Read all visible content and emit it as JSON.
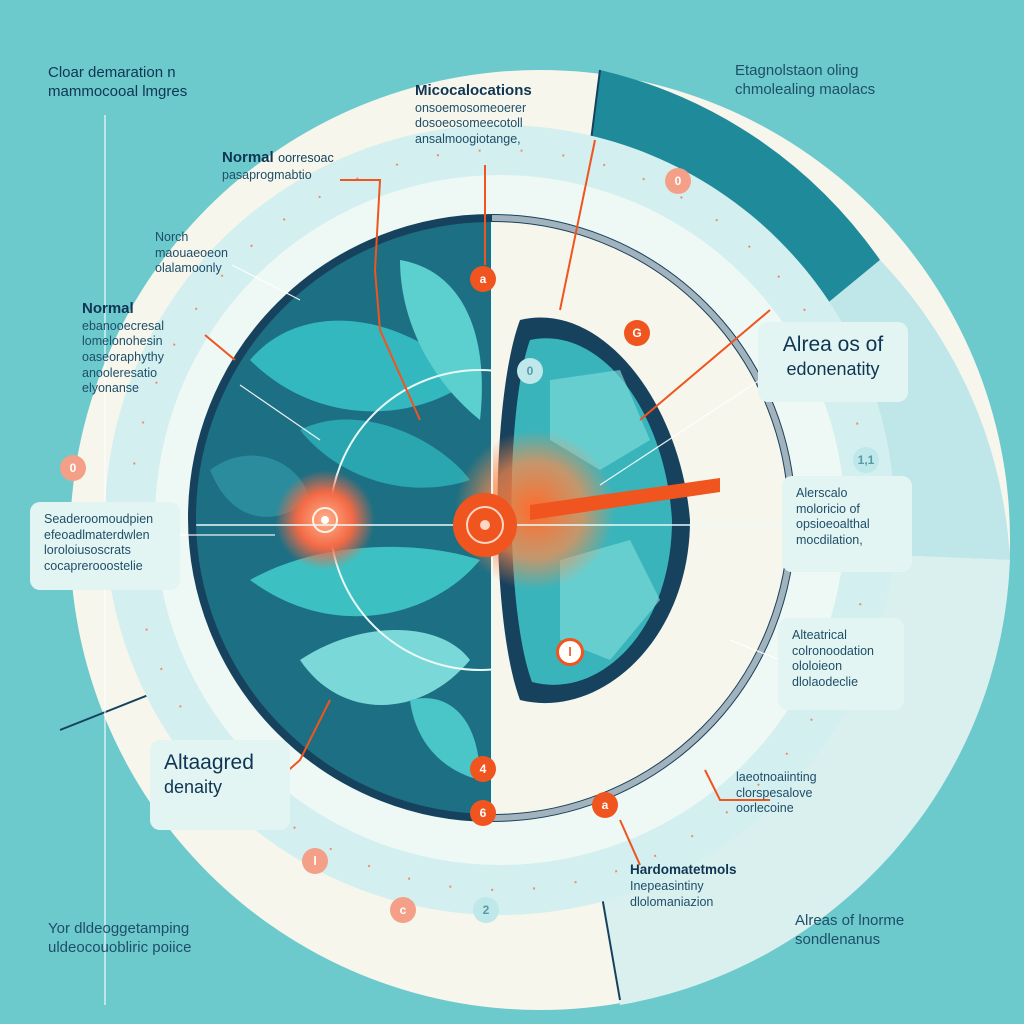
{
  "colors": {
    "background": "#6cc9cc",
    "ring_light": "#f6f6ec",
    "ring_teal": "#d3efef",
    "dark_navy": "#17425e",
    "tissue_teal": "#34b8bf",
    "tissue_light": "#7ad9d8",
    "accent_orange": "#f0541f",
    "soft_coral": "#f4a088"
  },
  "labels": {
    "top_left": {
      "title": "Cloar demaration n",
      "body": "mammocooal lmgres"
    },
    "top_center": {
      "title": "Micocalocations",
      "lines": [
        "onsoemosomeoerer",
        "dosoeosomeecotoll",
        "ansalmoogiotange,"
      ]
    },
    "top_right": {
      "title": "Etagnolstaon oling",
      "body": "chmolealing maolacs"
    },
    "normal_upper": {
      "title": "Normal",
      "body": "oorresoac",
      "line2": "pasaprogmabtio"
    },
    "norch": {
      "lines": [
        "Norch",
        "maouaeoeon",
        "olalamoonly"
      ]
    },
    "normal_left": {
      "title": "Normal",
      "lines": [
        "ebanooecresal",
        "lomelonohesin",
        "oaseoraphythy",
        "anooleresatio",
        "elyonanse"
      ]
    },
    "area_edonenatity": {
      "title": "Alrea os of",
      "body": "edonenatity"
    },
    "right_mid": {
      "lines": [
        "Alerscalo",
        "moloricio of",
        "opsioeoalthal",
        "mocdilation,"
      ]
    },
    "left_mid": {
      "lines": [
        "Seaderoomoudpien",
        "efeoadlmaterdwlen",
        "loroloiusoscrats",
        "cocaprerooostelie"
      ]
    },
    "altaagred": {
      "title": "Altaagred",
      "body": "denaity"
    },
    "right_lower": {
      "lines": [
        "Alteatrical",
        "colronoodation",
        "ololoieon",
        "dlolaodeclie"
      ]
    },
    "lower_right_small": {
      "lines": [
        "laeotnoaiinting",
        "clorspesalove",
        "oorlecoine"
      ]
    },
    "hardomat": {
      "title": "Hardomatetmols",
      "lines": [
        "Inepeasintiny",
        "dlolomaniazion"
      ]
    },
    "bottom_left": {
      "title": "Yor dldeoggetamping",
      "body": "uldeocouobliric poiice"
    },
    "bottom_right": {
      "title": "Alreas of lnorme",
      "body": "sondlenanus"
    }
  },
  "markers": {
    "m_top_center": "a",
    "m_right_top": "G",
    "m_left_inner": "0",
    "m_center_bottom1": "4",
    "m_center_bottom2": "6",
    "m_left_outer": "0",
    "m_far_top_right": "0",
    "m_right_far": "1,1",
    "m_bottom_left1": "l",
    "m_bottom_left2": "c",
    "m_bottom_center": "2",
    "m_bottom_right": "a",
    "m_lower_center": "l"
  }
}
